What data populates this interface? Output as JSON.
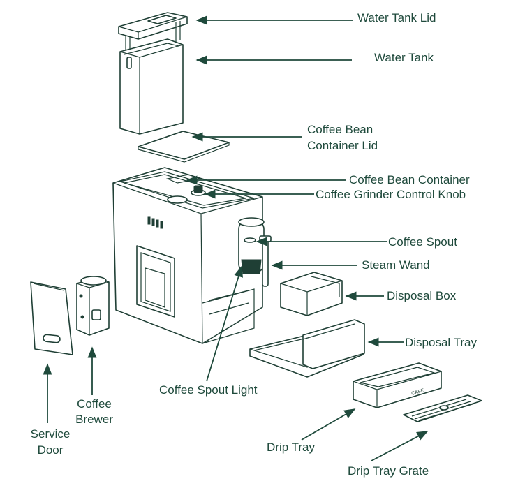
{
  "diagram": {
    "colors": {
      "line": "#1f3f35",
      "text": "#1f4a3c",
      "background": "#ffffff"
    },
    "labels": {
      "water_tank_lid": "Water Tank Lid",
      "water_tank": "Water Tank",
      "bean_lid_line1": "Coffee Bean",
      "bean_lid_line2": "Container Lid",
      "bean_container": "Coffee Bean Container",
      "grinder_knob": "Coffee Grinder Control Knob",
      "coffee_spout": "Coffee Spout",
      "steam_wand": "Steam Wand",
      "disposal_box": "Disposal Box",
      "disposal_tray": "Disposal Tray",
      "spout_light": "Coffee Spout Light",
      "brewer_line1": "Coffee",
      "brewer_line2": "Brewer",
      "service_door_line1": "Service",
      "service_door_line2": "Door",
      "drip_tray": "Drip Tray",
      "drip_tray_grate": "Drip Tray Grate"
    },
    "brand_mark": "CAFÉ"
  }
}
